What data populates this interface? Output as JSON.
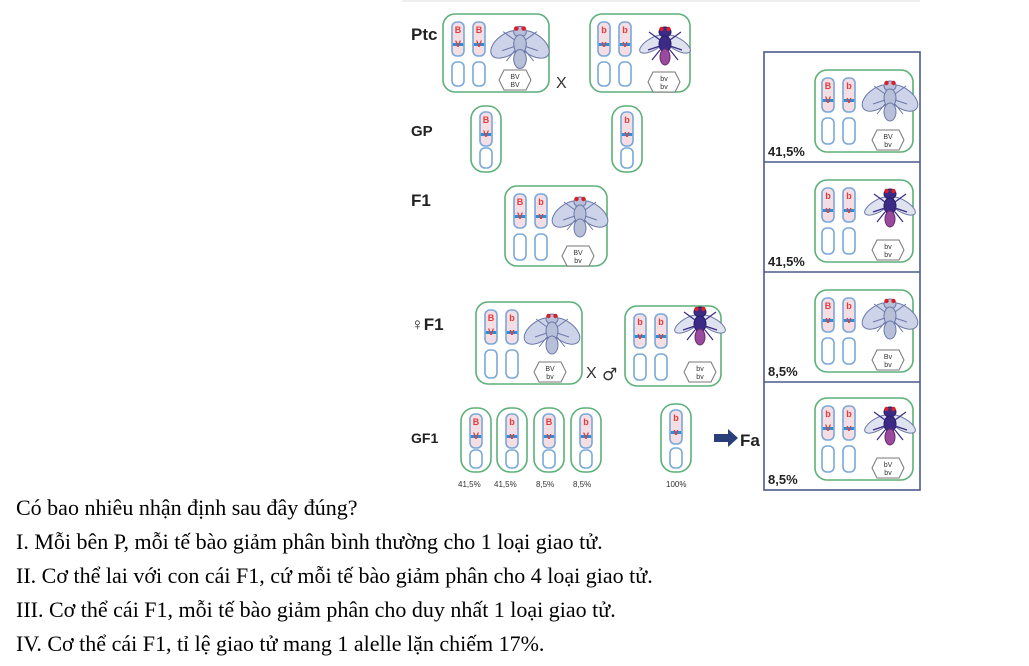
{
  "diagram": {
    "row_labels": {
      "p": "Ptc",
      "gp": "GP",
      "f1": "F1",
      "female_f1": "♀F1",
      "gf1": "GF1"
    },
    "cross_symbol": "X",
    "male_symbol": "♂",
    "fa_label": "Fa",
    "genotype_labels": {
      "dominant": [
        "BV",
        "BV"
      ],
      "recessive": [
        "bv",
        "bv"
      ],
      "hetero": [
        "BV",
        "bv"
      ],
      "recomb_1": [
        "Bv",
        "bv"
      ],
      "recomb_2": [
        "bV",
        "bv"
      ]
    },
    "chromatid_letters": {
      "B": "B",
      "V": "V",
      "b": "b",
      "v": "v"
    },
    "gamete_percentages": [
      "41,5%",
      "41,5%",
      "8,5%",
      "8,5%",
      "100%"
    ],
    "fa_percentages": [
      "41,5%",
      "41,5%",
      "8,5%",
      "8,5%"
    ],
    "colors": {
      "grey_fly": "#b8bfd8",
      "dark_fly": "#3b2a86",
      "purple_abdomen": "#9a4a9c",
      "chrom_border": "#8fb5e0",
      "chrom_fill": "#ffffff",
      "allele_B": "#e23b3b",
      "allele_v": "#e23b3b",
      "band_blue": "#2e8fd8",
      "cell_green": "#5db07a",
      "eye_red": "#d8202a"
    }
  },
  "question": {
    "prompt": "Có bao nhiêu nhận định sau đây đúng?",
    "statements": [
      "I. Mỗi bên P, mỗi tế bào giảm phân bình thường cho 1 loại giao tử.",
      "II. Cơ thể lai với con cái F1, cứ mỗi tế bào giảm phân cho 4 loại giao tử.",
      "III. Cơ thể cái F1, mỗi tế bào giảm phân cho duy nhất 1 loại giao tử.",
      "IV. Cơ thể cái F1, tỉ lệ giao tử mang 1 alelle lặn chiếm 17%."
    ]
  }
}
